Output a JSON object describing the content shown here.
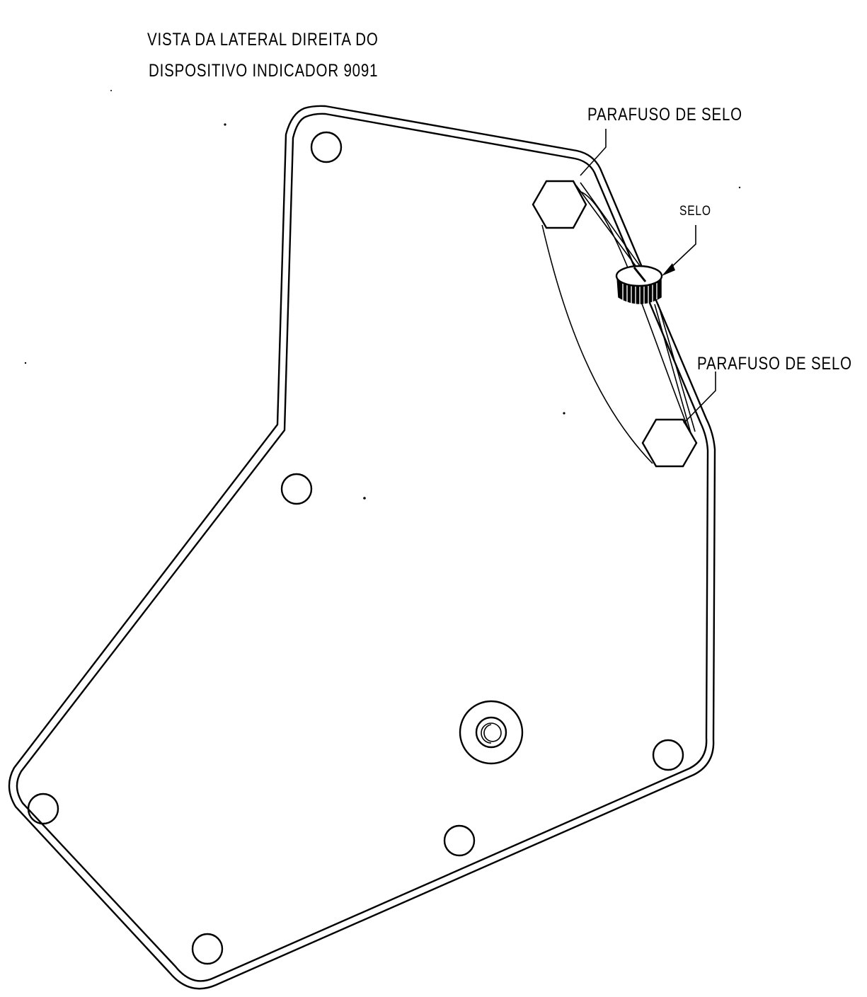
{
  "title": {
    "line1": "VISTA DA LATERAL DIREITA DO",
    "line2": "DISPOSITIVO INDICADOR 9091"
  },
  "labels": {
    "screw_top": "PARAFUSO DE SELO",
    "seal": "SELO",
    "screw_bottom": "PARAFUSO DE SELO"
  }
}
